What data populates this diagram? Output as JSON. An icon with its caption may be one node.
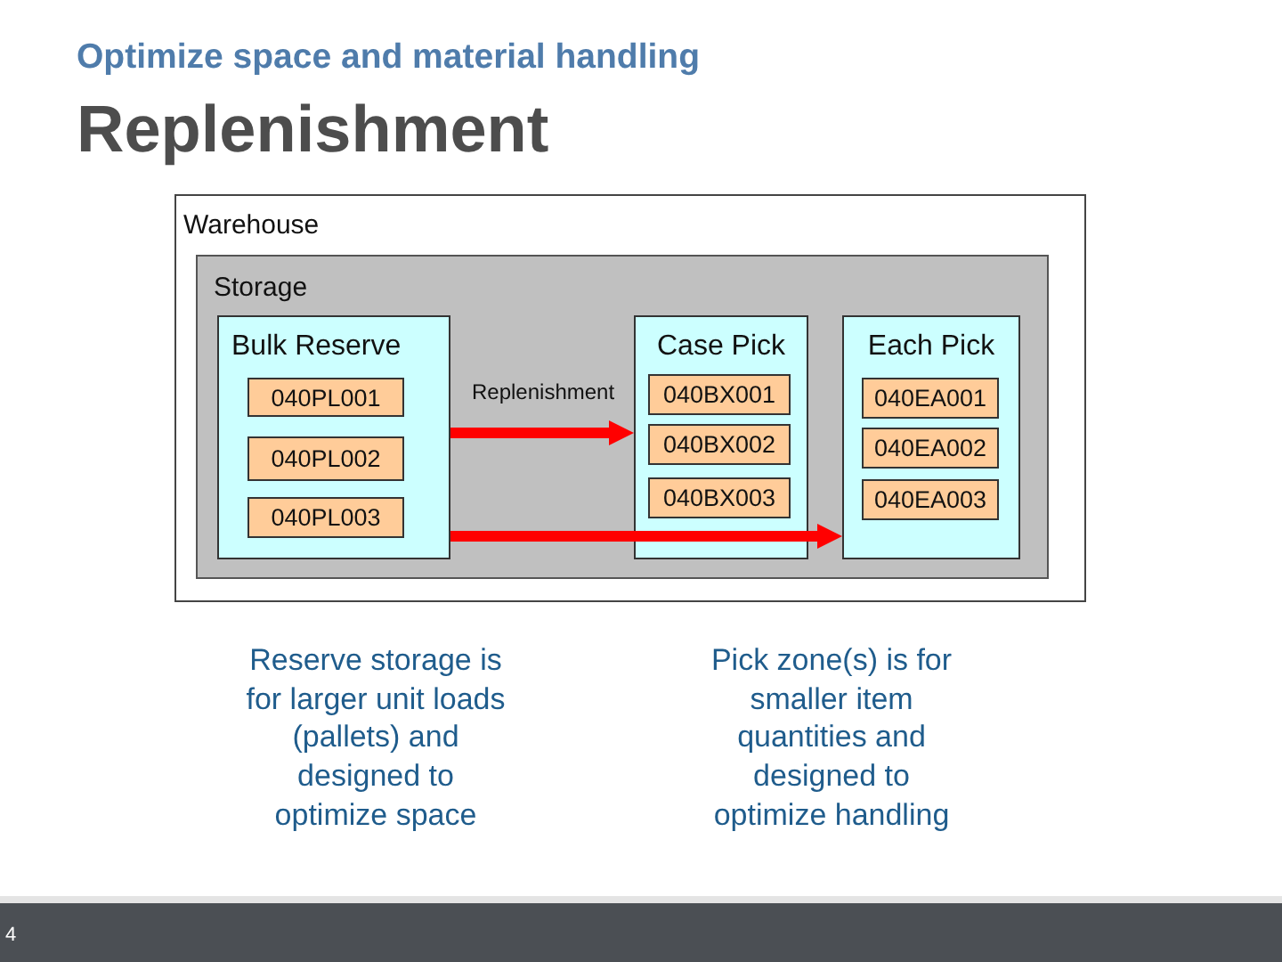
{
  "diagram": {
    "title": "Replenishment",
    "nodes": [
      {
        "text": [
          "Warehouse"
        ]
      },
      {
        "text": [
          "Storage"
        ],
        "in": 0
      },
      {
        "text": [
          "Bulk Reserve"
        ],
        "in": 1
      },
      {
        "text": [
          "040PL001"
        ],
        "in": 2
      },
      {
        "text": [
          "040PL002"
        ],
        "in": 2
      },
      {
        "text": [
          "040PL003"
        ],
        "in": 2
      },
      {
        "text": [
          "Case Pick"
        ],
        "in": 1
      },
      {
        "text": [
          "040BX001"
        ],
        "in": 6
      },
      {
        "text": [
          "040BX002"
        ],
        "in": 6
      },
      {
        "text": [
          "040BX003"
        ],
        "in": 6
      },
      {
        "text": [
          "Each Pick"
        ],
        "in": 1
      },
      {
        "text": [
          "040EA001"
        ],
        "in": 10
      },
      {
        "text": [
          "040EA002"
        ],
        "in": 10
      },
      {
        "text": [
          "040EA003"
        ],
        "in": 10
      }
    ],
    "edges": [
      {
        "from": 2,
        "to": 6,
        "arrow": "to",
        "label": "Replenishment"
      },
      {
        "from": 2,
        "to": 10,
        "arrow": "to"
      }
    ],
    "labels": [
      "Optimize space and material handling",
      "Reserve storage is for larger unit loads (pallets) and designed to optimize space",
      "Pick zone(s) is for smaller item quantities and designed to optimize handling",
      "4"
    ]
  }
}
